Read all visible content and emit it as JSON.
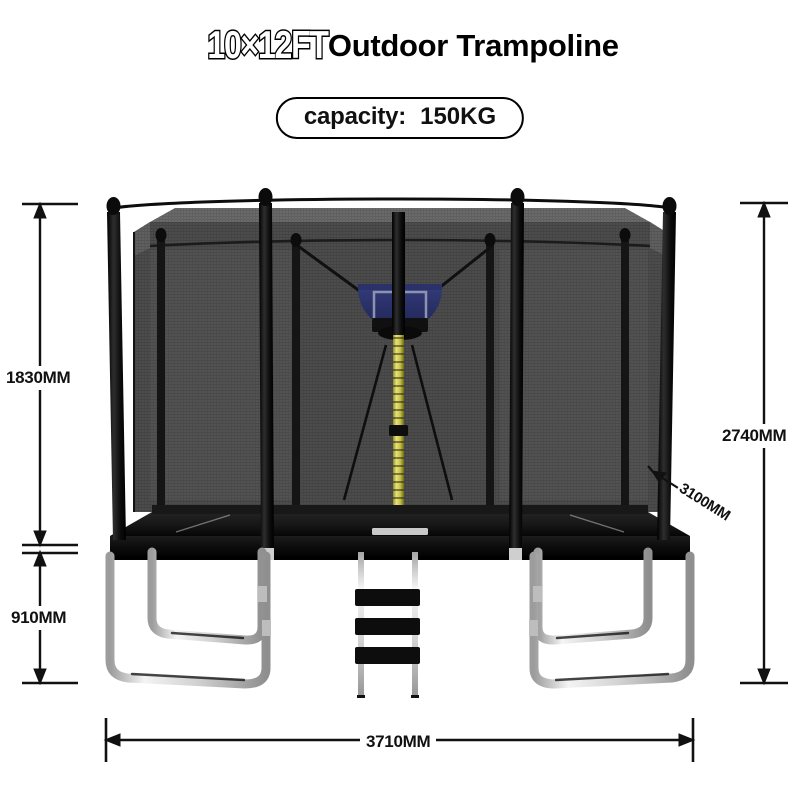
{
  "header": {
    "title_size": "10×12FT",
    "title_main": "Outdoor Trampoline",
    "capacity_label": "capacity:",
    "capacity_value": "150KG"
  },
  "dimensions": {
    "net_height": "1830MM",
    "frame_height": "910MM",
    "total_height": "2740MM",
    "depth": "3100MM",
    "width": "3710MM"
  },
  "product": {
    "name": "rectangular-outdoor-trampoline",
    "colors": {
      "frame_black": "#111111",
      "net_mesh": "#454545",
      "net_top_panel": "#5a5a5a",
      "mat_black": "#0a0a0a",
      "leg_steel": "#d8d8d8",
      "backboard_navy": "#2a3166",
      "pole_sleeve_yellow": "#d8d24a"
    },
    "parts": [
      "enclosure-net",
      "net-poles",
      "basketball-hoop",
      "jump-mat",
      "safety-pad",
      "u-shaped-legs",
      "ladder"
    ]
  }
}
